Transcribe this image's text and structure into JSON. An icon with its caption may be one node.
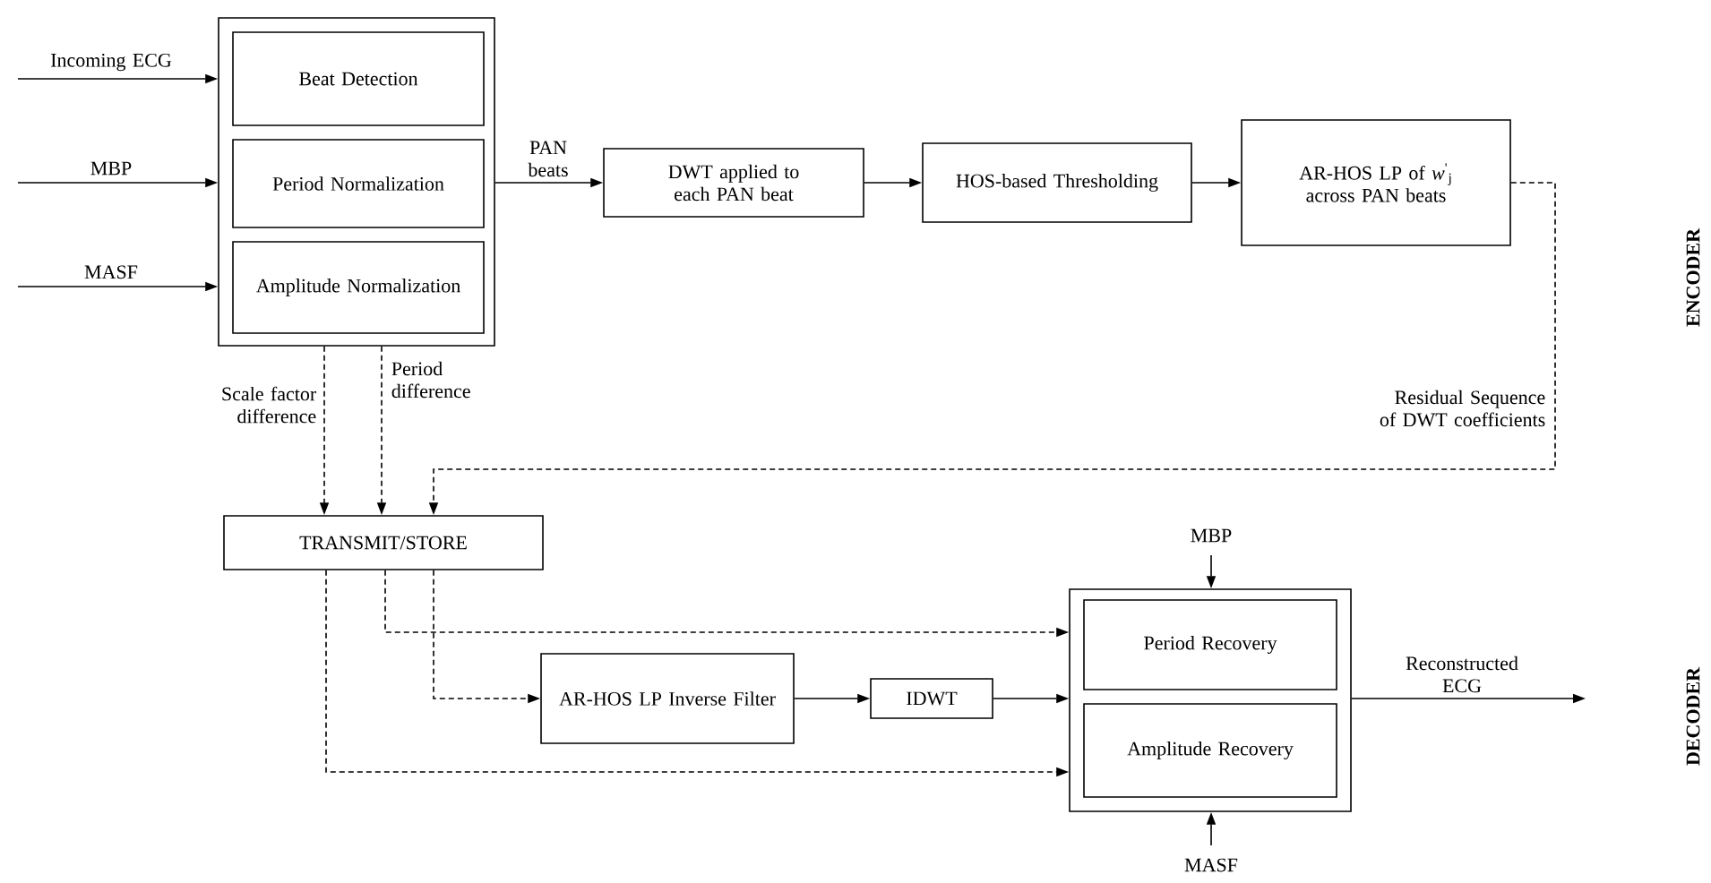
{
  "diagram": {
    "nodes": [
      {
        "text": [],
        "shape": "box"
      },
      {
        "text": [
          "Beat Detection"
        ],
        "in": 0
      },
      {
        "text": [
          "Period Normalization"
        ],
        "in": 0
      },
      {
        "text": [
          "Amplitude Normalization"
        ],
        "in": 0
      },
      {
        "text": [
          "DWT applied to each PAN beat"
        ]
      },
      {
        "text": [
          "HOS-based Thresholding"
        ]
      },
      {
        "text": [
          "AR-HOS LP of *w*$^{'}$$_{j}$ across PAN beats"
        ]
      },
      {
        "text": [
          "TRANSMIT/STORE"
        ]
      },
      {
        "text": [
          "AR-HOS LP Inverse Filter"
        ]
      },
      {
        "text": [
          "IDWT"
        ]
      },
      {
        "text": [],
        "shape": "box"
      },
      {
        "text": [
          "Period Recovery"
        ],
        "in": 10
      },
      {
        "text": [
          "Amplitude Recovery"
        ],
        "in": 10
      }
    ],
    "edges": [
      {
        "from": null,
        "to": 0,
        "arrow": "to",
        "label": "Incoming ECG"
      },
      {
        "from": null,
        "to": 0,
        "arrow": "to",
        "label": "MBP"
      },
      {
        "from": null,
        "to": 0,
        "arrow": "to",
        "label": "MASF"
      },
      {
        "from": 0,
        "to": 4,
        "arrow": "to",
        "label": "PAN beats"
      },
      {
        "from": 4,
        "to": 5,
        "arrow": "to"
      },
      {
        "from": 5,
        "to": 6,
        "arrow": "to"
      },
      {
        "from": 6,
        "to": 7,
        "arrow": "to",
        "style": "dashed",
        "label": "Residual Sequence of DWT coefficients"
      },
      {
        "from": 0,
        "to": 7,
        "arrow": "to",
        "style": "dashed",
        "label": "Scale factor difference"
      },
      {
        "from": 0,
        "to": 7,
        "arrow": "to",
        "style": "dashed",
        "label": "Period difference"
      },
      {
        "from": 7,
        "to": 10,
        "arrow": "to",
        "style": "dashed"
      },
      {
        "from": 7,
        "to": 8,
        "arrow": "to",
        "style": "dashed"
      },
      {
        "from": 8,
        "to": 9,
        "arrow": "to"
      },
      {
        "from": 9,
        "to": 10,
        "arrow": "to"
      },
      {
        "from": 7,
        "to": 10,
        "arrow": "to",
        "style": "dashed"
      },
      {
        "from": null,
        "to": 10,
        "arrow": "to",
        "label": "MBP"
      },
      {
        "from": null,
        "to": 10,
        "arrow": "to",
        "label": "MASF"
      },
      {
        "from": 10,
        "to": null,
        "arrow": "to",
        "label": "Reconstructed ECG"
      }
    ],
    "labels": [
      "ENCODER",
      "DECODER"
    ]
  }
}
